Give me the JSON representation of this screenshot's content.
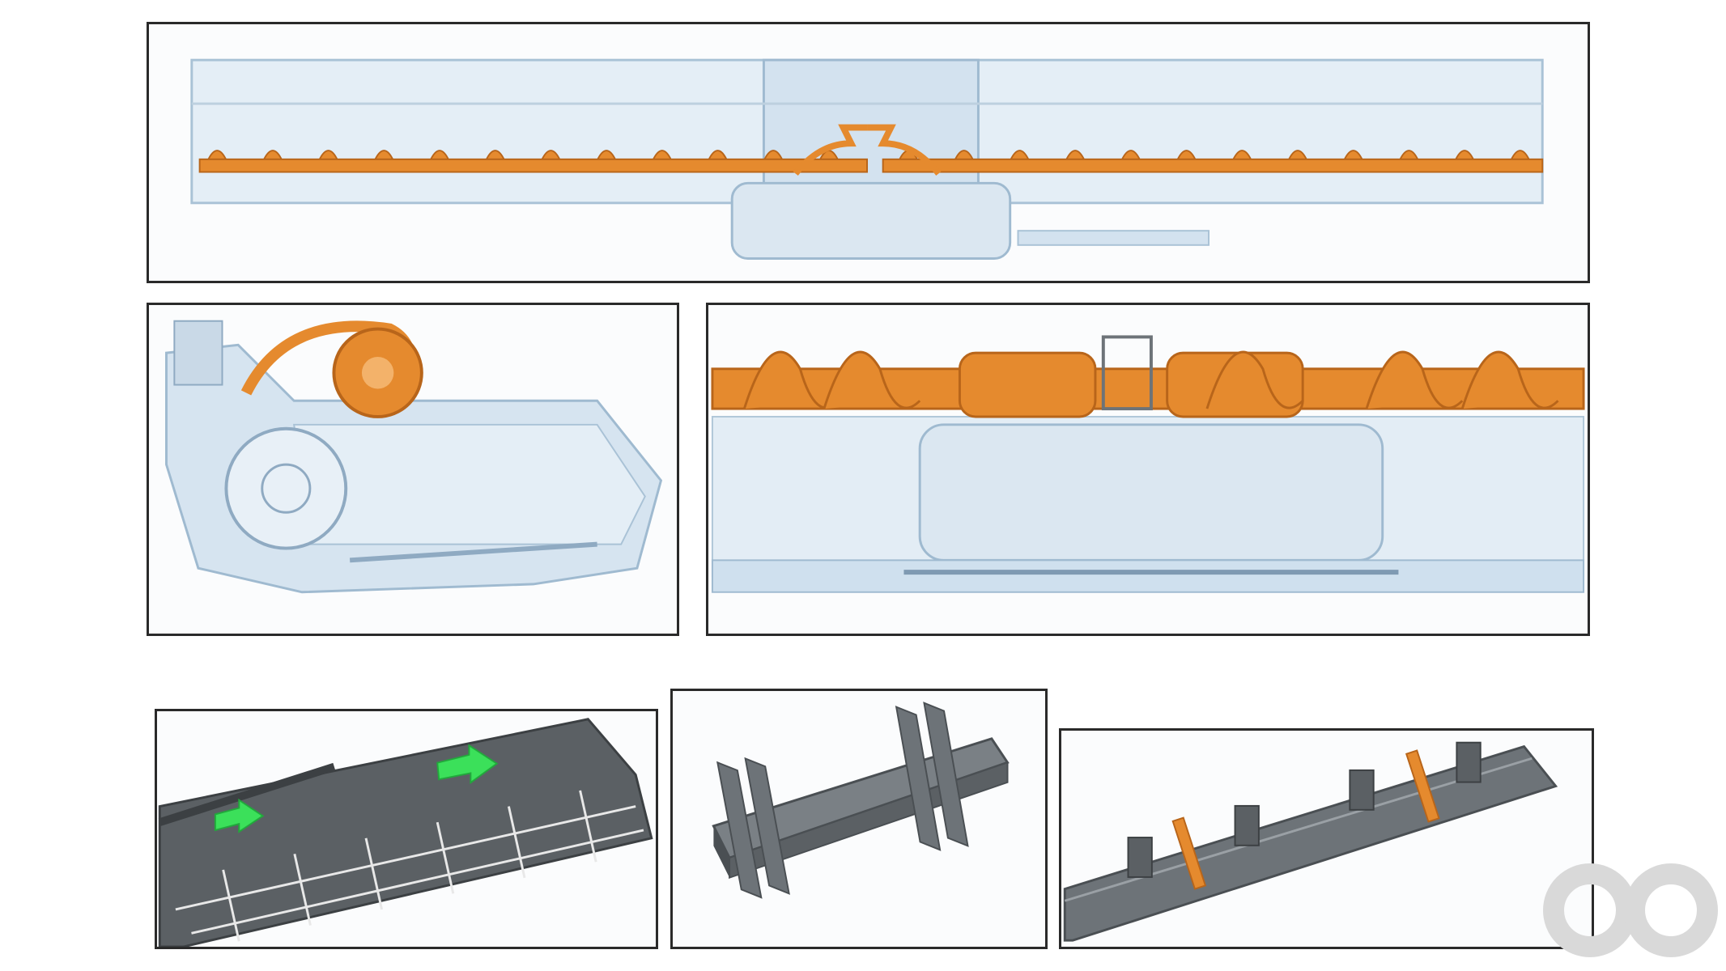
{
  "colors": {
    "frame": "#2a2a2a",
    "housing": "#cfe0ee",
    "housing_edge": "#9fbad0",
    "auger": "#e58a2e",
    "auger_dark": "#b8651a",
    "steel": "#6d7378",
    "steel_dark": "#4a4f53",
    "marker": "#3be05a",
    "watermark": "#d9d9d9"
  },
  "panels": [
    {
      "id": "p1",
      "content": "header-front-view-auger"
    },
    {
      "id": "p2",
      "content": "header-side-view-auger"
    },
    {
      "id": "p3",
      "content": "center-auger-closeup"
    },
    {
      "id": "p4",
      "content": "frame-with-green-markers"
    },
    {
      "id": "p5",
      "content": "beam-with-disc-plates"
    },
    {
      "id": "p6",
      "content": "beam-with-orange-clamps"
    }
  ],
  "watermark": {
    "icon": "logo-watermark-icon"
  }
}
